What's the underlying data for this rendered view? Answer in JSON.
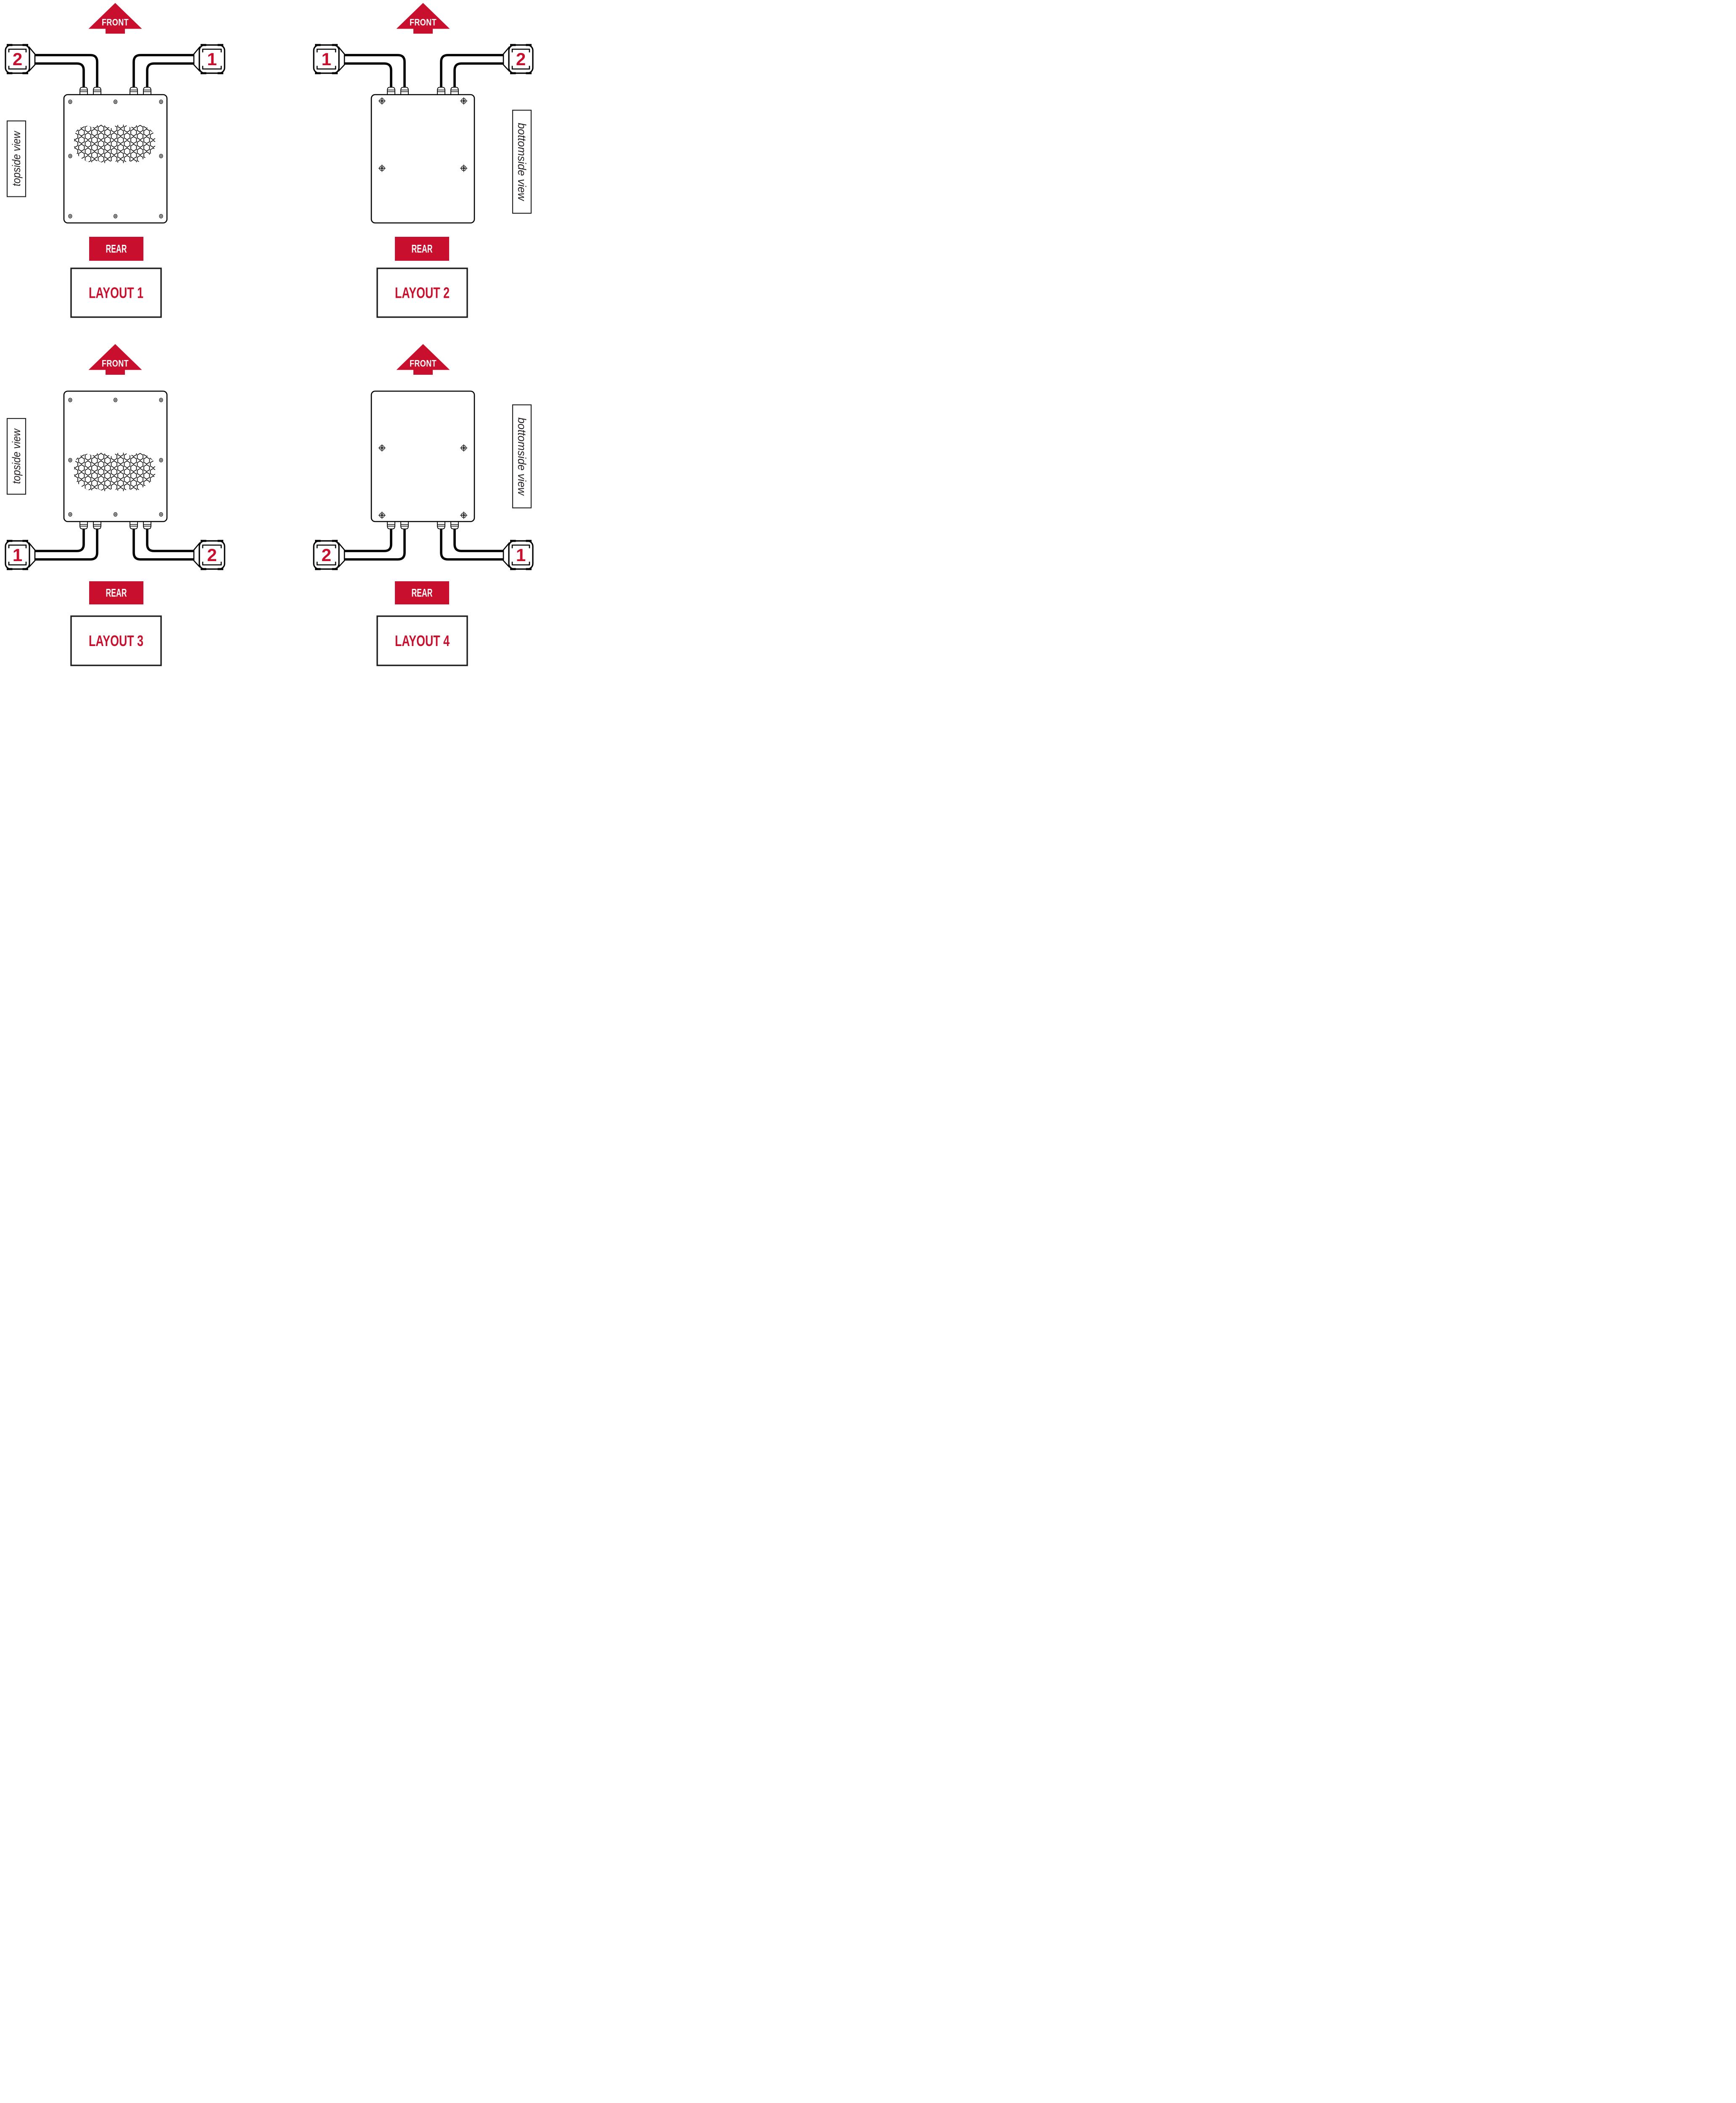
{
  "colors": {
    "accent": "#C8102E",
    "ink": "#000000",
    "label_ink": "#231F20"
  },
  "layouts": [
    {
      "title": "LAYOUT 1",
      "view_label": "topside view",
      "front_label": "FRONT",
      "rear_label": "REAR",
      "left_connector_number": "2",
      "right_connector_number": "1"
    },
    {
      "title": "LAYOUT 2",
      "view_label": "bottomside view",
      "front_label": "FRONT",
      "rear_label": "REAR",
      "left_connector_number": "1",
      "right_connector_number": "2"
    },
    {
      "title": "LAYOUT 3",
      "view_label": "topside view",
      "front_label": "FRONT",
      "rear_label": "REAR",
      "left_connector_number": "1",
      "right_connector_number": "2"
    },
    {
      "title": "LAYOUT 4",
      "view_label": "bottomside view",
      "front_label": "FRONT",
      "rear_label": "REAR",
      "left_connector_number": "2",
      "right_connector_number": "1"
    }
  ]
}
